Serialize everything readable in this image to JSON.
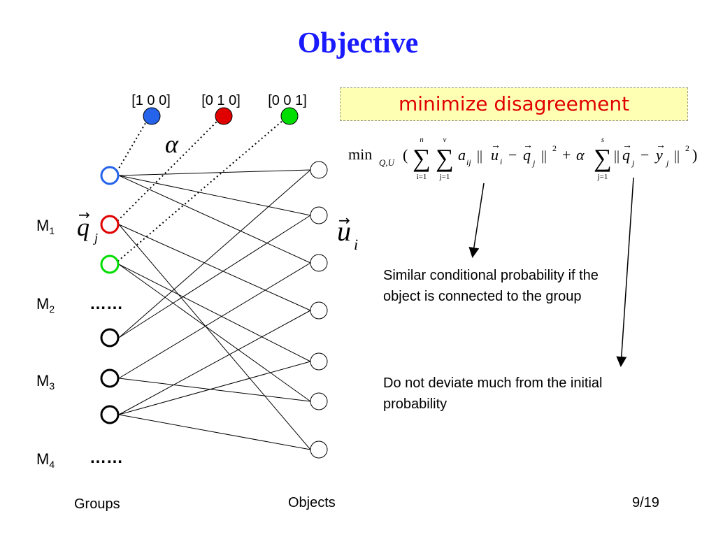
{
  "slide": {
    "title": "Objective",
    "goal": "minimize disagreement",
    "page_number": "9/19"
  },
  "diagram": {
    "label_vectors": [
      {
        "text": "[1 0 0]",
        "color": "#2563eb"
      },
      {
        "text": "[0 1 0]",
        "color": "#e00000"
      },
      {
        "text": "[0 0 1]",
        "color": "#00cc00"
      }
    ],
    "alpha_symbol": "α",
    "q_symbol": "q",
    "q_subscript": "j",
    "u_symbol": "u",
    "u_subscript": "i",
    "group_labels": [
      {
        "main": "M",
        "sub": "1"
      },
      {
        "main": "M",
        "sub": "2"
      },
      {
        "main": "M",
        "sub": "3"
      },
      {
        "main": "M",
        "sub": "4"
      }
    ],
    "ellipsis": "……",
    "footer_groups": "Groups",
    "footer_objects": "Objects"
  },
  "formula": {
    "min": "min",
    "min_sub": "Q,U",
    "sum1_top": "n",
    "sum1_bottom": "i=1",
    "sum2_top": "v",
    "sum2_bottom": "j=1",
    "a": "a",
    "a_sub": "ij",
    "u": "u",
    "u_sub": "i",
    "q": "q",
    "q_sub": "j",
    "sq": "2",
    "alpha": "α",
    "sum3_top": "s",
    "sum3_bottom": "j=1",
    "y": "y",
    "y_sub": "j"
  },
  "annotations": {
    "similar_line1": "Similar conditional probability if the",
    "similar_line2": "object is connected to the group",
    "deviate_line1": "Do not deviate much from the initial",
    "deviate_line2": "probability"
  }
}
